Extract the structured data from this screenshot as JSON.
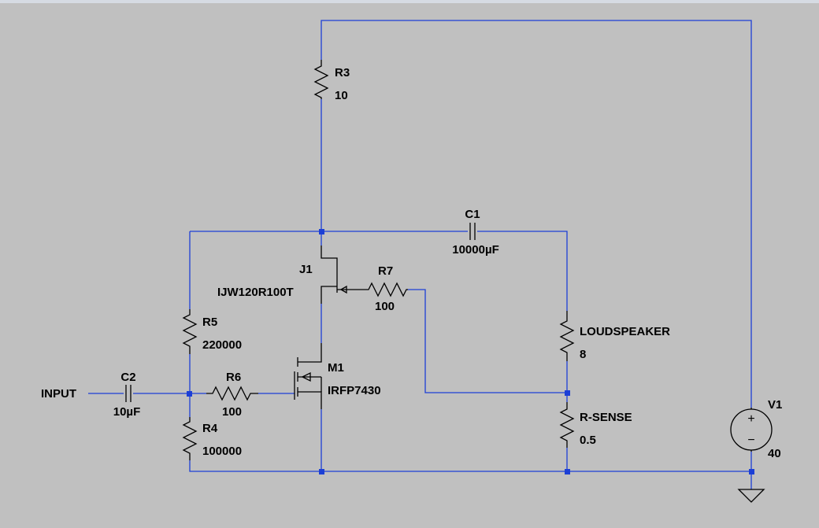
{
  "schematic": {
    "components": [
      {
        "ref": "R3",
        "value": "10"
      },
      {
        "ref": "C1",
        "value": "10000µF"
      },
      {
        "ref": "J1",
        "value": "IJW120R100T"
      },
      {
        "ref": "R7",
        "value": "100"
      },
      {
        "ref": "R5",
        "value": "220000"
      },
      {
        "ref": "LOUDSPEAKER",
        "value": "8"
      },
      {
        "ref": "M1",
        "value": "IRFP7430"
      },
      {
        "ref": "C2",
        "value": "10µF"
      },
      {
        "ref": "R6",
        "value": "100"
      },
      {
        "ref": "R4",
        "value": "100000"
      },
      {
        "ref": "R-SENSE",
        "value": "0.5"
      },
      {
        "ref": "V1",
        "value": "40"
      }
    ],
    "net_labels": {
      "input": "INPUT"
    },
    "source_symbols": {
      "plus": "+",
      "minus": "−"
    }
  },
  "colors": {
    "background": "#c0c0c0",
    "wire": "#1c3fd6",
    "component": "#000000"
  }
}
